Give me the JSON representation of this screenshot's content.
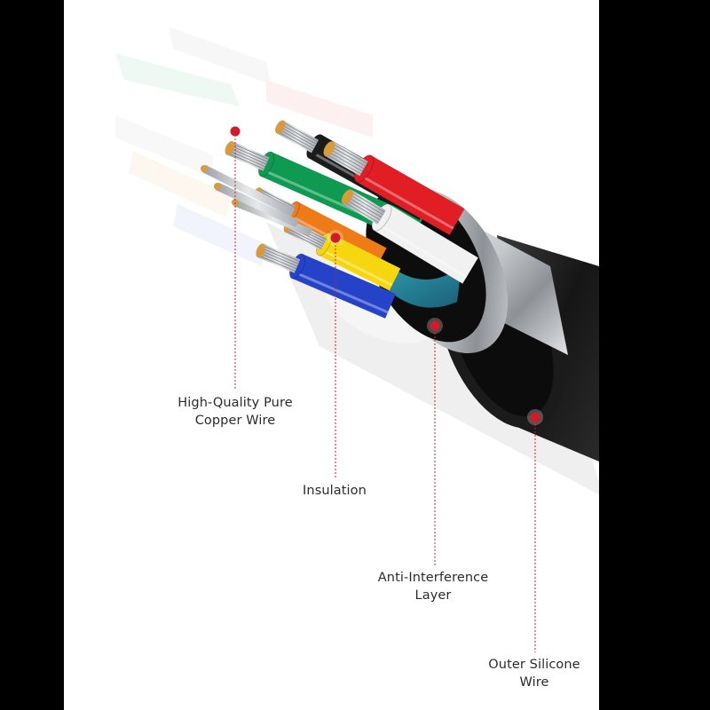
{
  "colors": {
    "background": "#000000",
    "panel": "#ffffff",
    "marker": "#d11a2a",
    "leader": "#d11a2a",
    "label_text": "#2b2b2b",
    "jacket": "#1a1a1a",
    "shield": "#b9bdc0"
  },
  "wires": [
    {
      "name": "green",
      "color": "#0f9a52"
    },
    {
      "name": "black",
      "color": "#1c1c1c"
    },
    {
      "name": "red",
      "color": "#e01e24"
    },
    {
      "name": "white",
      "color": "#f1f1f1"
    },
    {
      "name": "orange",
      "color": "#ee7a18"
    },
    {
      "name": "yellow",
      "color": "#f5d60f"
    },
    {
      "name": "blue",
      "color": "#2543c9"
    },
    {
      "name": "teal",
      "color": "#2a8f9c"
    }
  ],
  "callouts": [
    {
      "id": "copper",
      "line1": "High-Quality Pure",
      "line2": "Copper Wire"
    },
    {
      "id": "insulation",
      "line1": "Insulation",
      "line2": ""
    },
    {
      "id": "shield",
      "line1": "Anti-Interference",
      "line2": "Layer"
    },
    {
      "id": "jacket",
      "line1": "Outer Silicone",
      "line2": "Wire"
    }
  ]
}
